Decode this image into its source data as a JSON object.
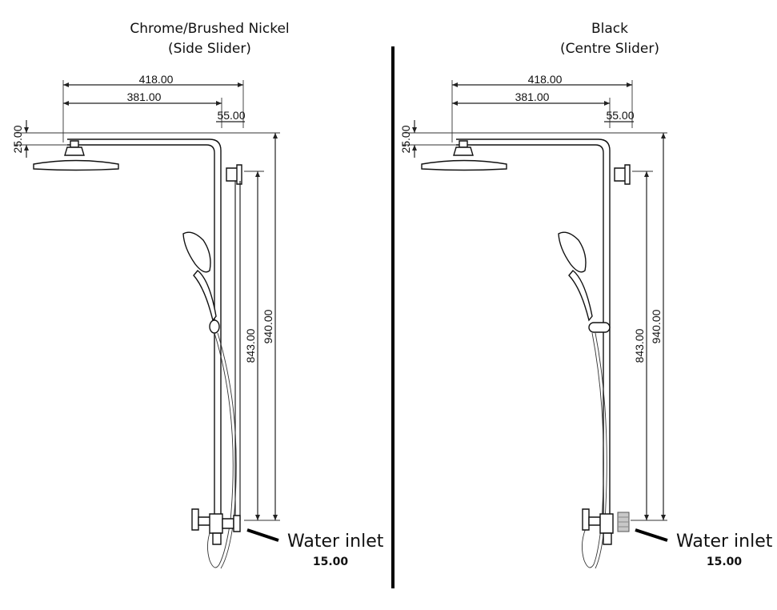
{
  "left": {
    "title_line1": "Chrome/Brushed Nickel",
    "title_line2": "(Side Slider)",
    "dims": {
      "overall_width": "418.00",
      "head_arm": "381.00",
      "offset": "55.00",
      "head_drop": "25.00",
      "height_total": "940.00",
      "height_inlet": "843.00"
    },
    "inlet_label": "Water inlet",
    "inlet_value": "15.00"
  },
  "right": {
    "title_line1": "Black",
    "title_line2": "(Centre Slider)",
    "dims": {
      "overall_width": "418.00",
      "head_arm": "381.00",
      "offset": "55.00",
      "head_drop": "25.00",
      "height_total": "940.00",
      "height_inlet": "843.00"
    },
    "inlet_label": "Water inlet",
    "inlet_value": "15.00"
  }
}
